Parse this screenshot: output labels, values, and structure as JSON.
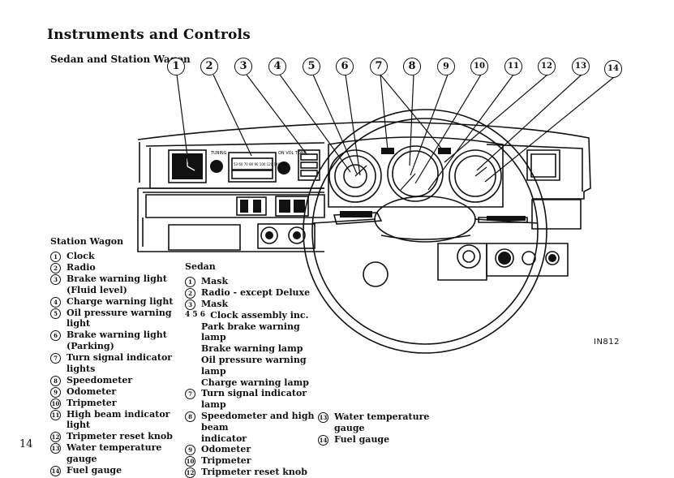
{
  "title": "Instruments and Controls",
  "subtitle": "Sedan and Station Wagon",
  "callouts": [
    "1",
    "2",
    "3",
    "4",
    "5",
    "6",
    "7",
    "8",
    "9",
    "10",
    "11",
    "12",
    "13",
    "14"
  ],
  "station_wagon": {
    "heading": "Station Wagon",
    "items": [
      {
        "n": "1",
        "text": "Clock"
      },
      {
        "n": "2",
        "text": "Radio"
      },
      {
        "n": "3",
        "text": "Brake warning light",
        "cont": "(Fluid level)"
      },
      {
        "n": "4",
        "text": "Charge warning light"
      },
      {
        "n": "5",
        "text": "Oil pressure warning light"
      },
      {
        "n": "6",
        "text": "Brake warning light",
        "cont": "(Parking)"
      },
      {
        "n": "7",
        "text": "Turn signal indicator lights"
      },
      {
        "n": "8",
        "text": "Speedometer"
      },
      {
        "n": "9",
        "text": "Odometer"
      },
      {
        "n": "10",
        "text": "Tripmeter"
      },
      {
        "n": "11",
        "text": "High beam indicator light"
      },
      {
        "n": "12",
        "text": "Tripmeter reset knob"
      },
      {
        "n": "13",
        "text": "Water temperature gauge"
      },
      {
        "n": "14",
        "text": "Fuel gauge"
      }
    ]
  },
  "sedan": {
    "heading": "Sedan",
    "items": [
      {
        "n": "1",
        "text": "Mask"
      },
      {
        "n": "2",
        "text": "Radio - except Deluxe"
      },
      {
        "n": "3",
        "text": "Mask"
      },
      {
        "n": "4 5 6",
        "text": "Clock assembly inc."
      },
      {
        "n": "",
        "text": "Park brake warning lamp"
      },
      {
        "n": "",
        "text": "Brake warning lamp"
      },
      {
        "n": "",
        "text": "Oil pressure warning lamp"
      },
      {
        "n": "",
        "text": "Charge warning lamp"
      },
      {
        "n": "7",
        "text": "Turn signal indicator lamp"
      },
      {
        "n": "8",
        "text": "Speedometer and high beam",
        "cont": "indicator"
      },
      {
        "n": "9",
        "text": "Odometer"
      },
      {
        "n": "10",
        "text": "Tripmeter"
      },
      {
        "n": "12",
        "text": "Tripmeter reset knob"
      }
    ],
    "extra": [
      {
        "n": "13",
        "text": "Water temperature gauge"
      },
      {
        "n": "14",
        "text": "Fuel gauge"
      }
    ]
  },
  "dash_labels": {
    "tuning": "TUNING",
    "dial": "53 60 70 80 90 100 120 140 160",
    "volume": "ON VOL TONE"
  },
  "figure_code": "IN812",
  "page_number": "14"
}
